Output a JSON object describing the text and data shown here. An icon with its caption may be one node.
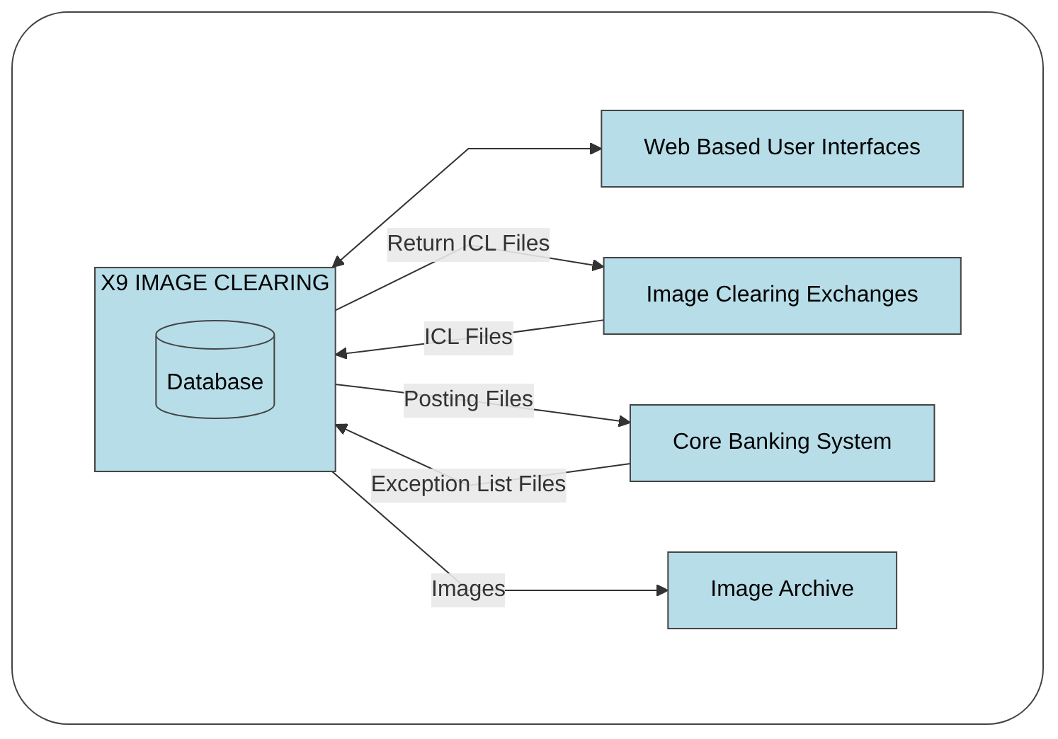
{
  "diagram": {
    "nodes": [
      {
        "text": [
          "Web Based User Interfaces"
        ]
      },
      {
        "text": [
          "Image Clearing Exchanges"
        ]
      },
      {
        "text": [
          "X9 IMAGE CLEARING"
        ]
      },
      {
        "text": [
          "Database"
        ],
        "in": 2
      },
      {
        "text": [
          "Core Banking System"
        ]
      },
      {
        "text": [
          "Image Archive"
        ]
      }
    ],
    "edges": [
      {
        "from": 2,
        "to": 0,
        "arrow": "both"
      },
      {
        "from": 1,
        "to": 2,
        "arrow": "to",
        "label": "ICL Files"
      },
      {
        "from": 2,
        "to": 1,
        "arrow": "to",
        "label": "Return ICL Files"
      },
      {
        "from": 2,
        "to": 4,
        "arrow": "to",
        "label": "Posting Files"
      },
      {
        "from": 4,
        "to": 2,
        "arrow": "to",
        "label": "Exception List Files"
      },
      {
        "from": 2,
        "to": 5,
        "arrow": "to",
        "label": "Images"
      }
    ]
  }
}
